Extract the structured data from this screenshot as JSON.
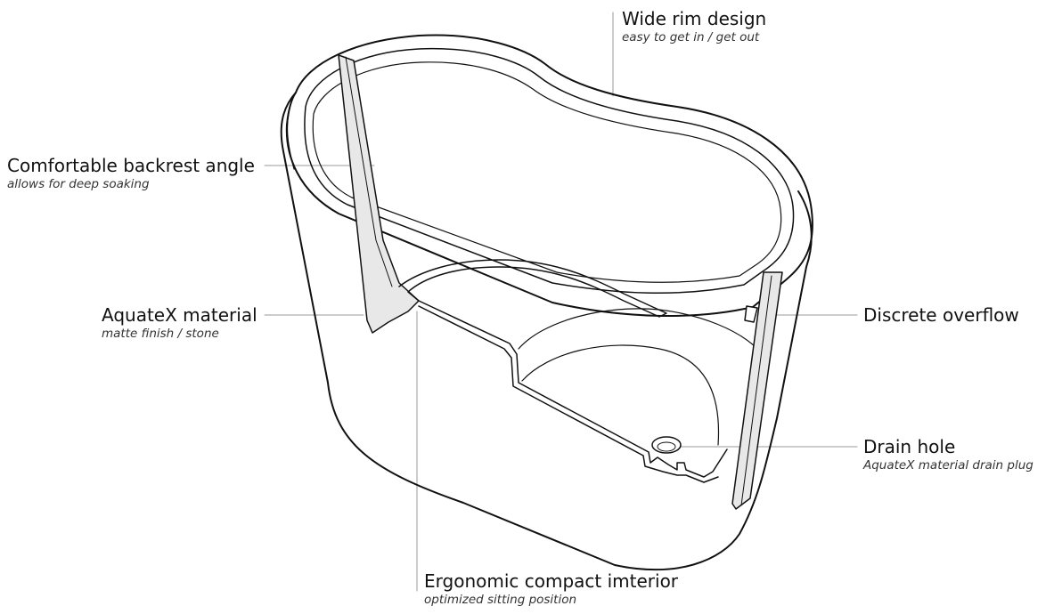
{
  "diagram": {
    "callouts": [
      {
        "id": "rim",
        "title": "Wide rim design",
        "subtitle": "easy to get in / get out"
      },
      {
        "id": "backrest",
        "title": "Comfortable backrest angle",
        "subtitle": "allows for deep soaking"
      },
      {
        "id": "material",
        "title": "AquateX material",
        "subtitle": "matte finish / stone"
      },
      {
        "id": "overflow",
        "title": "Discrete overflow",
        "subtitle": ""
      },
      {
        "id": "drain",
        "title": "Drain hole",
        "subtitle": "AquateX material drain plug"
      },
      {
        "id": "interior",
        "title": "Ergonomic compact imterior",
        "subtitle": "optimized sitting position"
      }
    ]
  }
}
